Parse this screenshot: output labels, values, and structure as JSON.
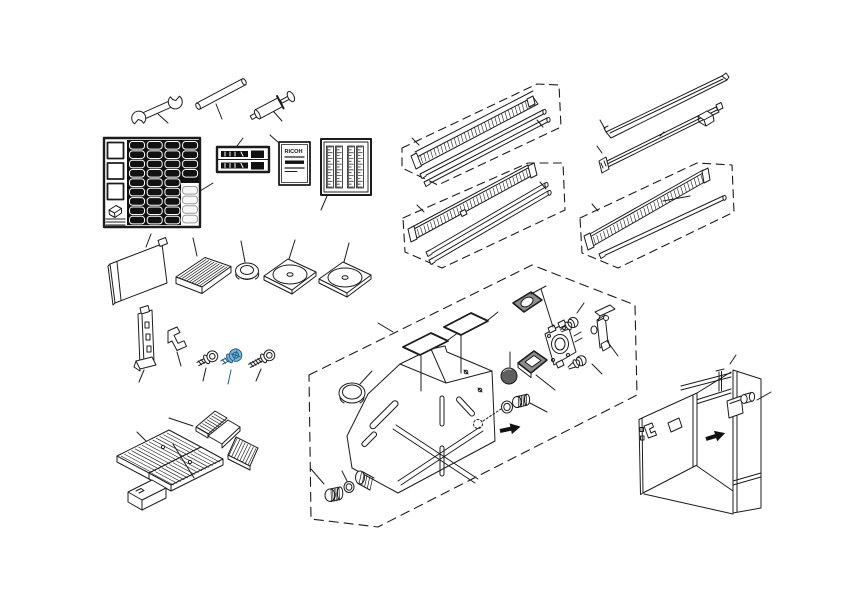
{
  "document": {
    "kind": "exploded-parts-diagram",
    "background": "#ffffff"
  },
  "nameplate": {
    "brand": "RICOH"
  },
  "colors": {
    "ink": "#1c1c1c",
    "arrow_black": "#111111",
    "highlight_fill": "#7ab7d9",
    "highlight_stroke": "#23618a",
    "gasket_gray": "#8e8e8e",
    "cap_gray": "#5f5f5f",
    "label_black": "#111111",
    "label_light_fill": "#f7f7f7",
    "label_light_stroke": "#9a9a9a"
  },
  "label_sheet": {
    "columns": 4,
    "rows": 9,
    "black_right_rows": 4,
    "light_labels": 4,
    "left_squares": 3
  },
  "scale_decal": {
    "strips": 4,
    "ticks_per_strip": 14
  },
  "parts": [
    "open-end-wrench",
    "pipe-tool",
    "syringe-tool",
    "decal-sheet",
    "barcode-decal",
    "brand-decal",
    "scale-decal",
    "side-plate",
    "corrugated-pad",
    "grommet",
    "disc-plate-1",
    "disc-plate-2",
    "mounting-bracket",
    "clip-bracket",
    "screw-short",
    "screw-highlighted",
    "screw-long",
    "foam-saddle",
    "foam-platform",
    "rail-assembly-1",
    "rail-assembly-2",
    "rail-assembly-3",
    "blade-strip",
    "guide-rail",
    "tank-assembly",
    "tank-cap",
    "toner-tank",
    "label-pad-1",
    "label-pad-2",
    "oval-gasket",
    "pump-unit",
    "shoulder-screw-1",
    "shoulder-screw-2",
    "lock-lever",
    "square-gasket",
    "rubber-cap",
    "seal-ring-right",
    "knurled-cap-right",
    "spout",
    "seal-ring-left",
    "knurled-cap-left",
    "insert-arrow-1",
    "door-assembly",
    "front-door",
    "door-latch",
    "machine-frame",
    "guide-roller",
    "insert-arrow-2"
  ]
}
